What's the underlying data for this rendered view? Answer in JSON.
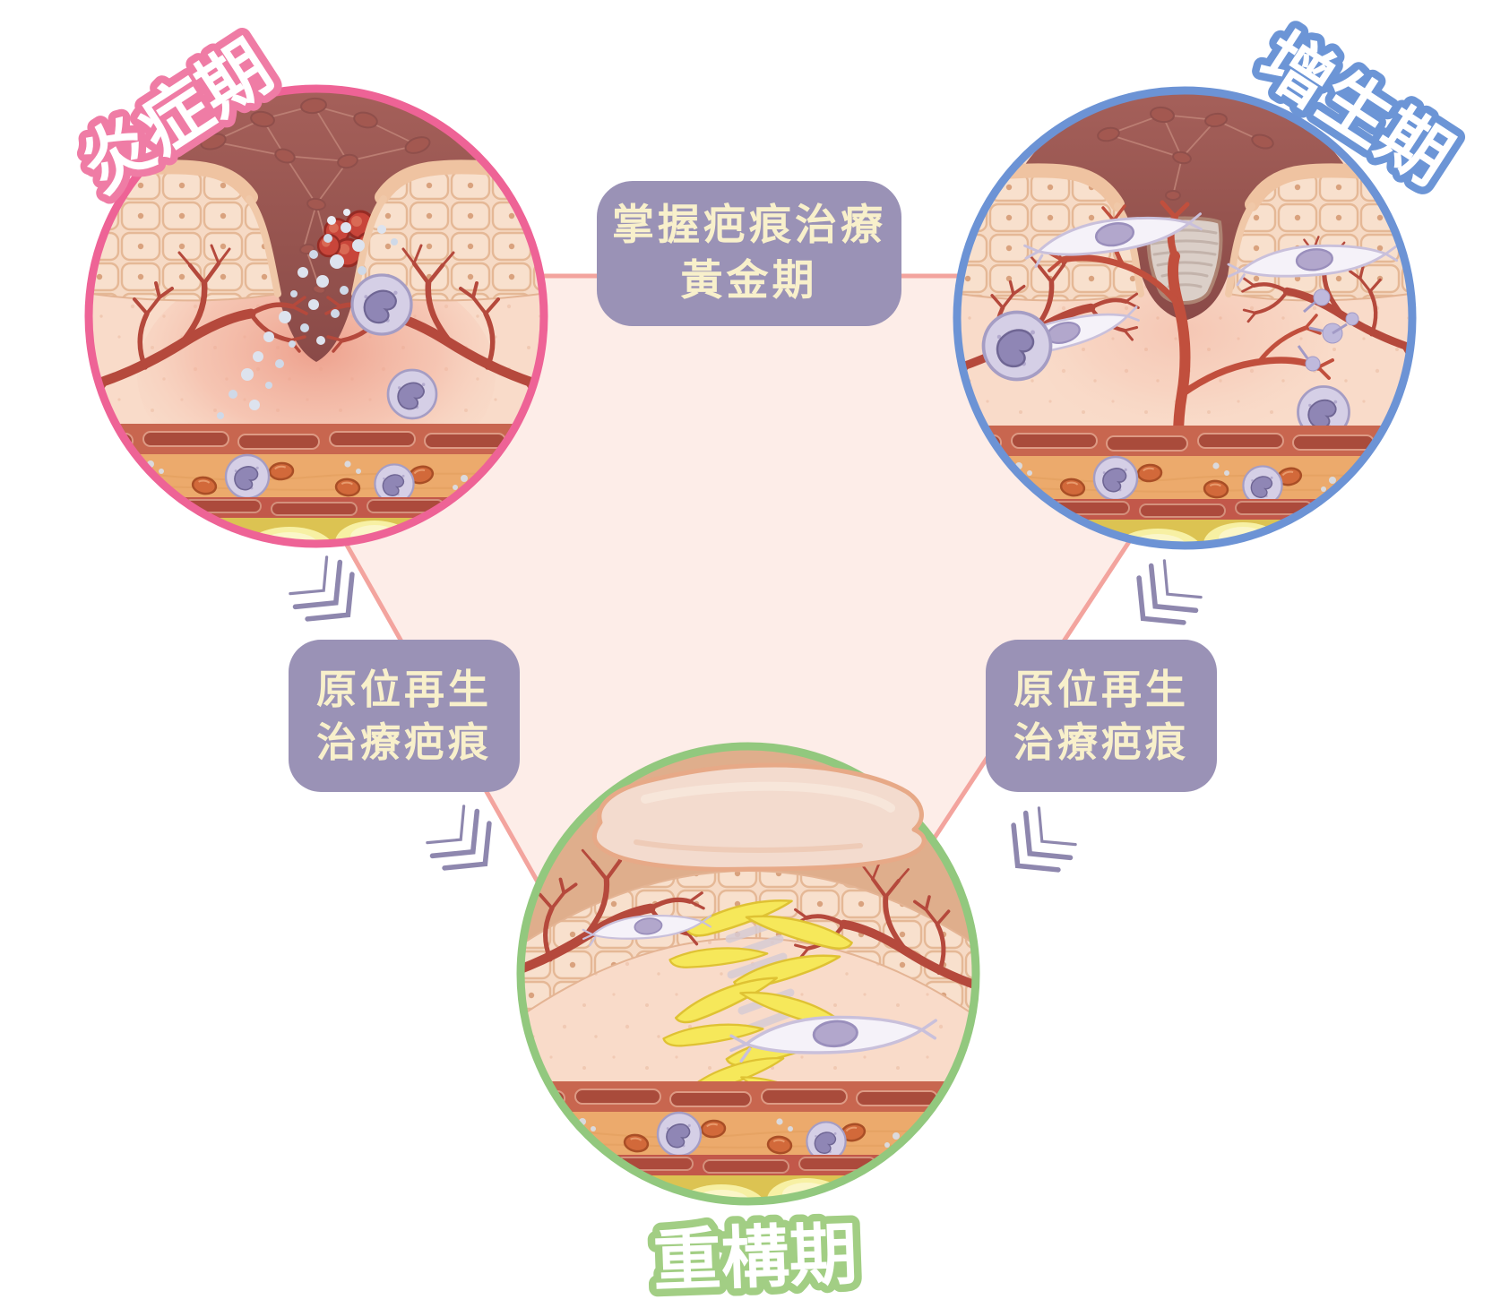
{
  "page": {
    "background": "#FFFFFF"
  },
  "labels": {
    "inflammation_phase": "炎症期",
    "proliferation_phase": "增生期",
    "remodeling_phase": "重構期"
  },
  "center_badge": {
    "line1": "掌握疤痕治療",
    "line2": "黃金期"
  },
  "treatment_badge_left": {
    "line1": "原位再生",
    "line2": "治療疤痕"
  },
  "treatment_badge_right": {
    "line1": "原位再生",
    "line2": "治療疤痕"
  },
  "colors": {
    "inflammation_accent": "#EE6396",
    "proliferation_accent": "#6C93D5",
    "remodeling_accent": "#92C87E",
    "badge_purple": "#9A92B6",
    "badge_text_cream": "#F8F0CB",
    "triangle_fill": "#FDEDE8",
    "triangle_stroke": "#F3A49E",
    "chevron": "#8E87AE",
    "vessel_red": "#B5493C",
    "collagen_yellow": "#F6E85A"
  },
  "icons": {
    "chevron_left_upper": "double-chevron-down-right-icon",
    "chevron_left_lower": "double-chevron-down-right-icon",
    "chevron_right_upper": "double-chevron-down-left-icon",
    "chevron_right_lower": "double-chevron-down-left-icon",
    "illustration_1": "skin-wound-inflammation-illustration",
    "illustration_2": "skin-wound-proliferation-illustration",
    "illustration_3": "skin-scar-remodeling-illustration"
  }
}
